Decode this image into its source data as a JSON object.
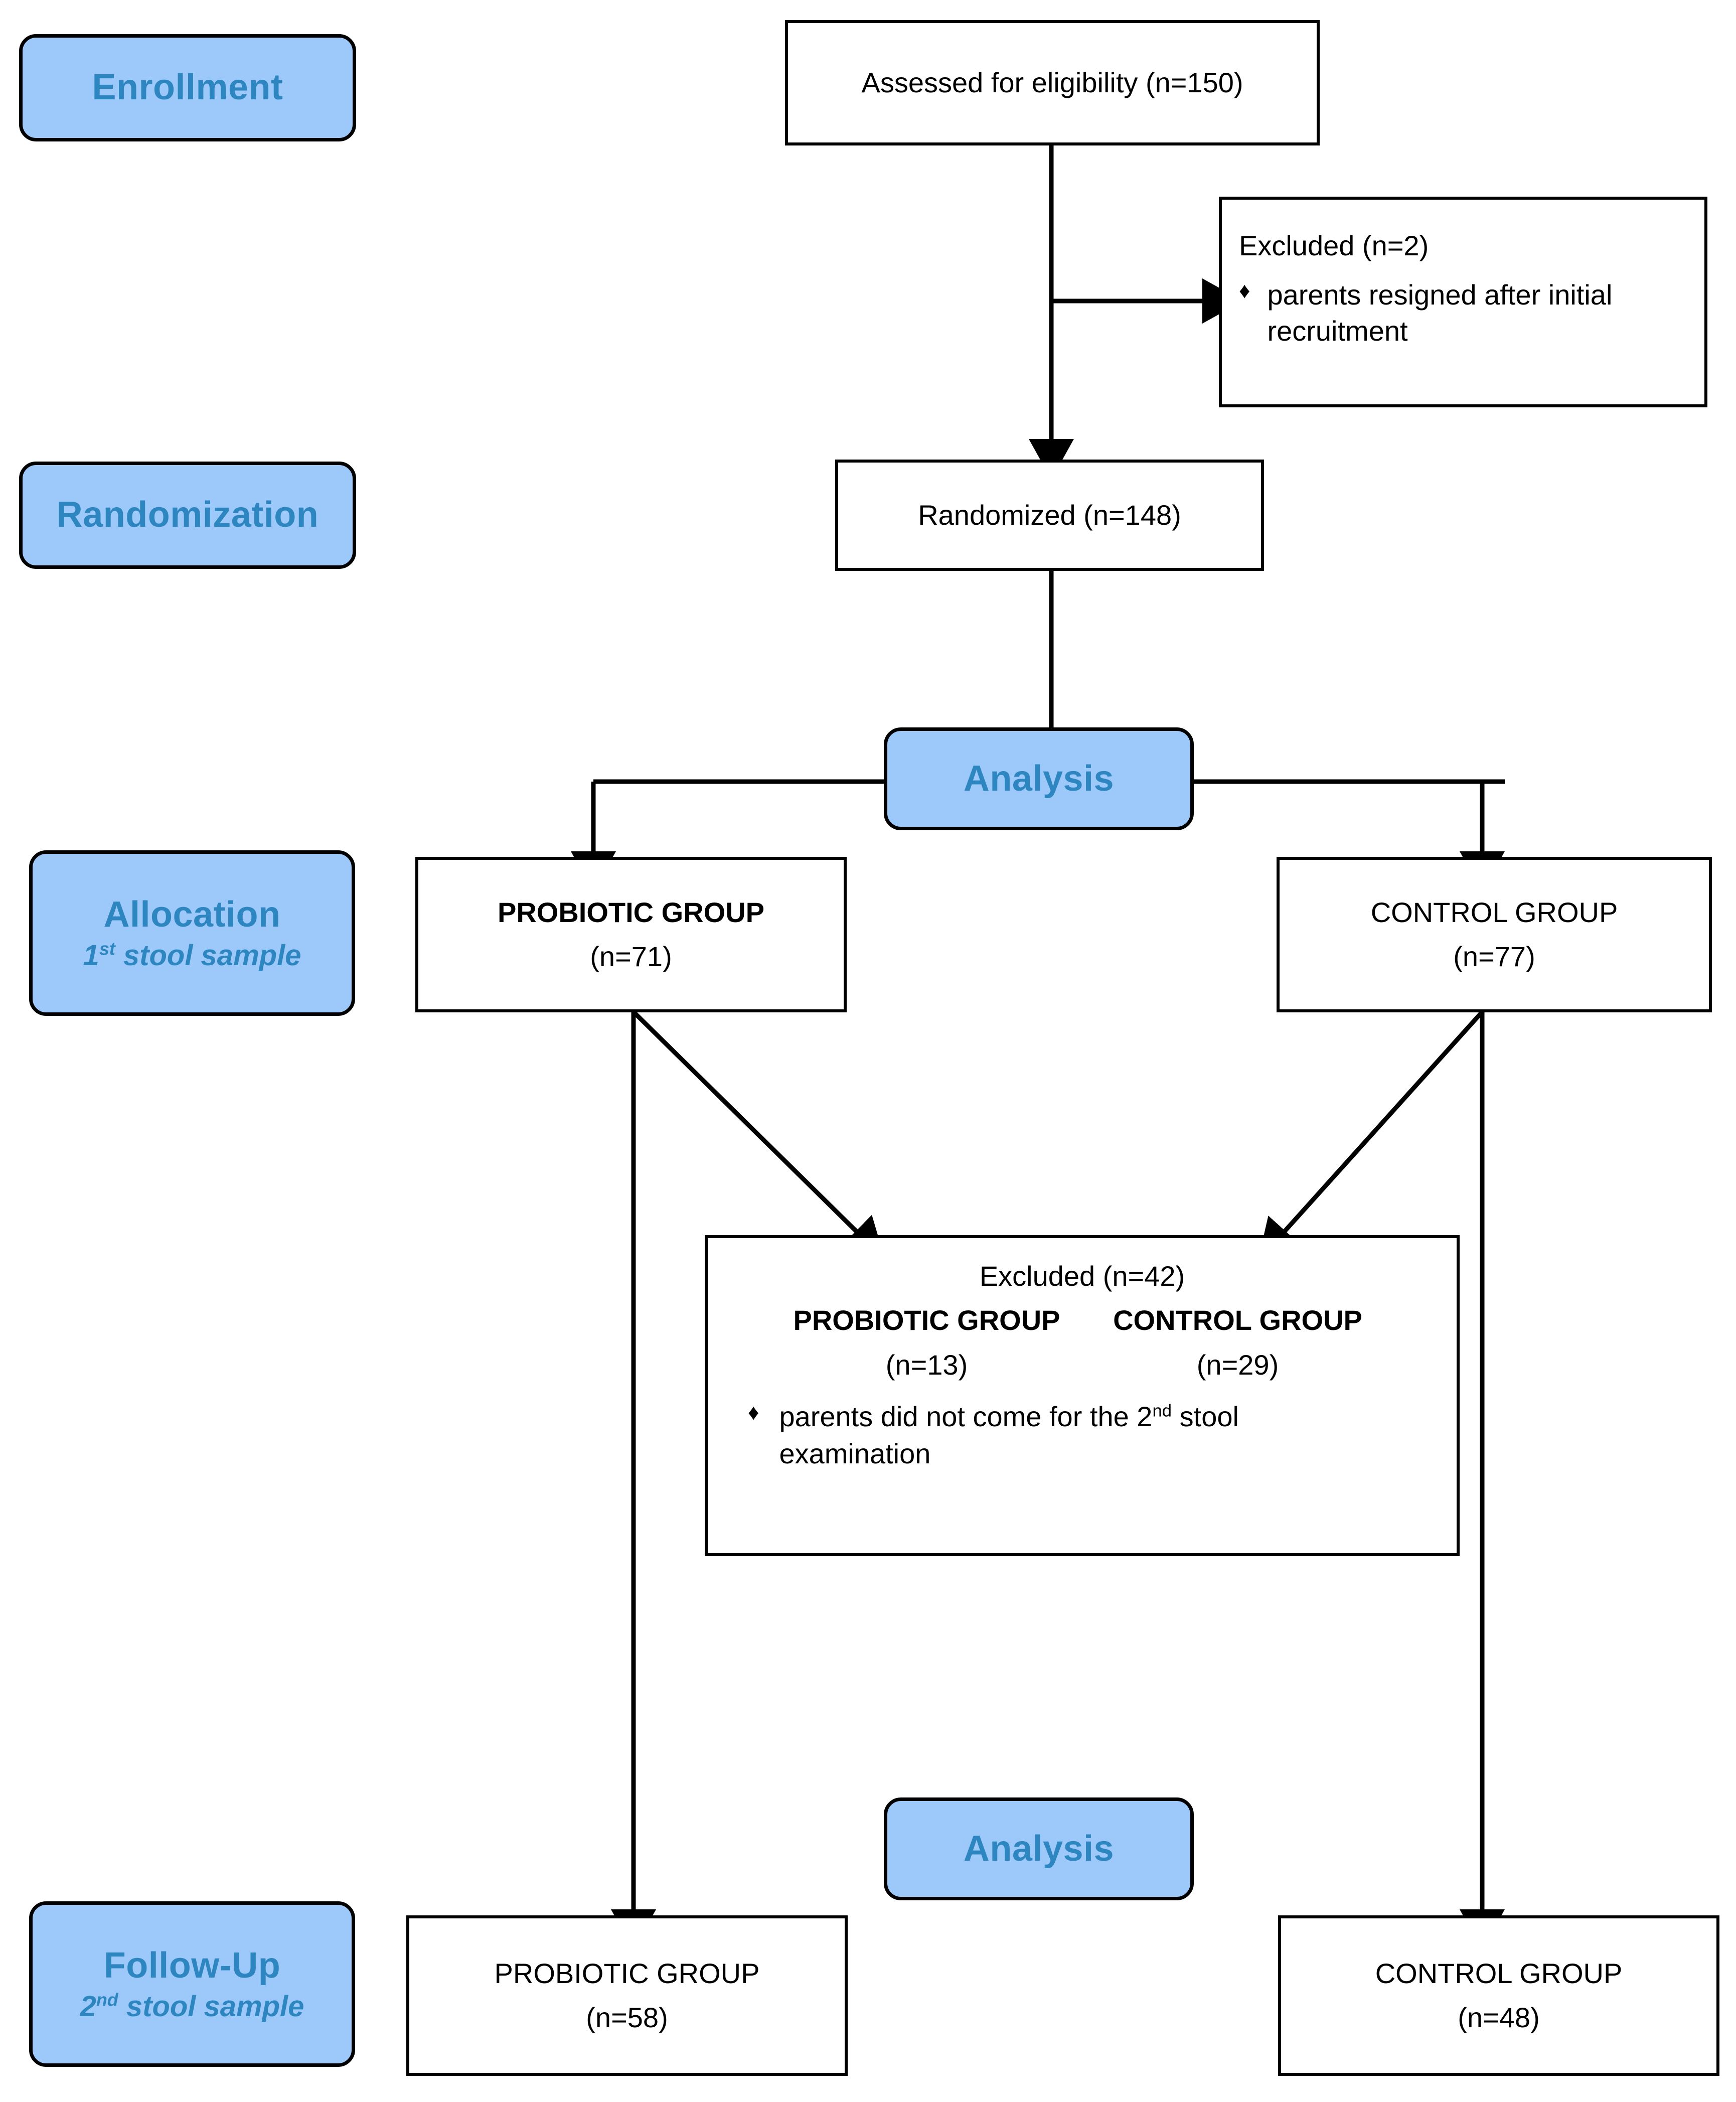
{
  "colors": {
    "stage_fill": "#9DC9FA",
    "stage_text": "#2E86C1",
    "box_border": "#000000",
    "box_fill": "#FFFFFF",
    "connector": "#000000"
  },
  "stage_labels": {
    "enrollment": {
      "title": "Enrollment",
      "subtitle": ""
    },
    "randomization": {
      "title": "Randomization",
      "subtitle": ""
    },
    "allocation": {
      "title": "Allocation",
      "subtitle_num": "1",
      "subtitle_sup": "st",
      "subtitle_rest": " stool sample"
    },
    "followup": {
      "title": "Follow-Up",
      "subtitle_num": "2",
      "subtitle_sup": "nd",
      "subtitle_rest": " stool sample"
    },
    "analysis_top": {
      "title": "Analysis"
    },
    "analysis_bottom": {
      "title": "Analysis"
    }
  },
  "nodes": {
    "assessed": {
      "line1": "Assessed for eligibility (n=150)"
    },
    "excluded_1": {
      "title": "Excluded  (n=2)",
      "bullet_glyph": "♦",
      "bullet_text": "parents resigned after initial recruitment"
    },
    "randomized": {
      "line1": "Randomized (n=148)"
    },
    "probiotic_alloc": {
      "line1": "PROBIOTIC GROUP",
      "line2": "(n=71)"
    },
    "control_alloc": {
      "line1": "CONTROL GROUP",
      "line2": "(n=77)"
    },
    "excluded_2": {
      "title": "Excluded  (n=42)",
      "col_left_head": "PROBIOTIC GROUP",
      "col_left_n": "(n=13)",
      "col_right_head": "CONTROL GROUP",
      "col_right_n": "(n=29)",
      "bullet_glyph": "♦",
      "bullet_text_a": "parents did not come for the 2",
      "bullet_sup": "nd",
      "bullet_text_b": " stool examination"
    },
    "probiotic_followup": {
      "line1": "PROBIOTIC GROUP",
      "line2": "(n=58)"
    },
    "control_followup": {
      "line1": "CONTROL GROUP",
      "line2": "(n=48)"
    }
  },
  "chart_data": {
    "type": "diagram",
    "title": "CONSORT participant flow diagram",
    "flow": [
      {
        "id": "assessed",
        "label": "Assessed for eligibility (n=150)",
        "n": 150
      },
      {
        "id": "excluded_1",
        "label": "Excluded (n=2)",
        "n": 2,
        "reasons": [
          "parents resigned after initial recruitment"
        ]
      },
      {
        "id": "randomized",
        "label": "Randomized (n=148)",
        "n": 148
      },
      {
        "id": "probiotic_alloc",
        "label": "PROBIOTIC GROUP (n=71)",
        "n": 71
      },
      {
        "id": "control_alloc",
        "label": "CONTROL GROUP (n=77)",
        "n": 77
      },
      {
        "id": "excluded_2",
        "label": "Excluded (n=42)",
        "n": 42,
        "by_group": {
          "PROBIOTIC GROUP": 13,
          "CONTROL GROUP": 29
        },
        "reasons": [
          "parents did not come for the 2nd stool examination"
        ]
      },
      {
        "id": "probiotic_followup",
        "label": "PROBIOTIC GROUP (n=58)",
        "n": 58
      },
      {
        "id": "control_followup",
        "label": "CONTROL GROUP (n=48)",
        "n": 48
      }
    ],
    "stages": [
      "Enrollment",
      "Randomization",
      "Allocation (1st stool sample)",
      "Follow-Up (2nd stool sample)",
      "Analysis"
    ],
    "edges": [
      {
        "from": "assessed",
        "to": "randomized"
      },
      {
        "from": "assessed",
        "to": "excluded_1"
      },
      {
        "from": "randomized",
        "to": "probiotic_alloc"
      },
      {
        "from": "randomized",
        "to": "control_alloc"
      },
      {
        "from": "probiotic_alloc",
        "to": "excluded_2"
      },
      {
        "from": "control_alloc",
        "to": "excluded_2"
      },
      {
        "from": "probiotic_alloc",
        "to": "probiotic_followup"
      },
      {
        "from": "control_alloc",
        "to": "control_followup"
      }
    ]
  }
}
